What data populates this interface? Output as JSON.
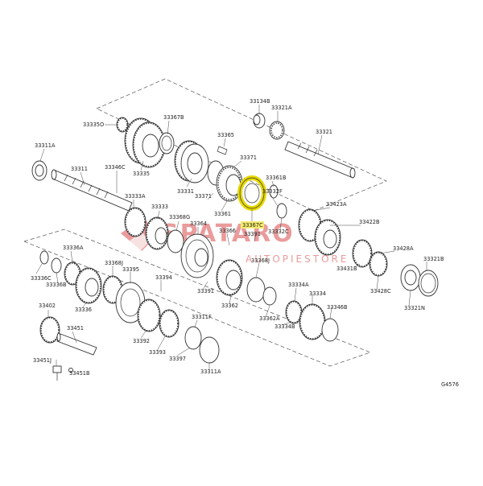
{
  "diagram": {
    "ref_code": "G4576",
    "watermark_text": "SPATARO",
    "watermark_sub": "AUTOPIESTORE",
    "highlight_color": "#e6d800",
    "watermark_color": "#d94a4a",
    "highlight_part": "33367C",
    "labels": {
      "l1": "33335O",
      "l2": "33367B",
      "l3": "33311A",
      "l4": "33311",
      "l5": "33346C",
      "l6": "33335",
      "l7": "33331",
      "l8": "33365",
      "l9": "33134B",
      "l10": "33321A",
      "l11": "33321",
      "l12": "33371",
      "l13": "33361B",
      "l14": "33333A",
      "l15": "33333",
      "l16": "33368G",
      "l17": "33371",
      "l18": "33364",
      "l19": "33361",
      "l20": "33332F",
      "l21": "33367C",
      "l22": "33332C",
      "l23": "33423A",
      "l24": "33422B",
      "l25": "33336A",
      "l26": "33336C",
      "l27": "33336B",
      "l28": "33368J",
      "l29": "33395",
      "l30": "33394",
      "l31": "33366",
      "l32": "33368J",
      "l33": "33391",
      "l34": "33391",
      "l35": "33428A",
      "l36": "33321B",
      "l37": "33431B",
      "l38": "33428C",
      "l39": "33321N",
      "l40": "33336",
      "l41": "33402",
      "l42": "33451",
      "l43": "33451J",
      "l44": "33451B",
      "l45": "33392",
      "l46": "33393",
      "l47": "33397",
      "l48": "33311F",
      "l49": "33311A",
      "l50": "33362",
      "l51": "33362A",
      "l52": "33334B",
      "l53": "33334A",
      "l54": "33334",
      "l55": "33346B"
    }
  }
}
